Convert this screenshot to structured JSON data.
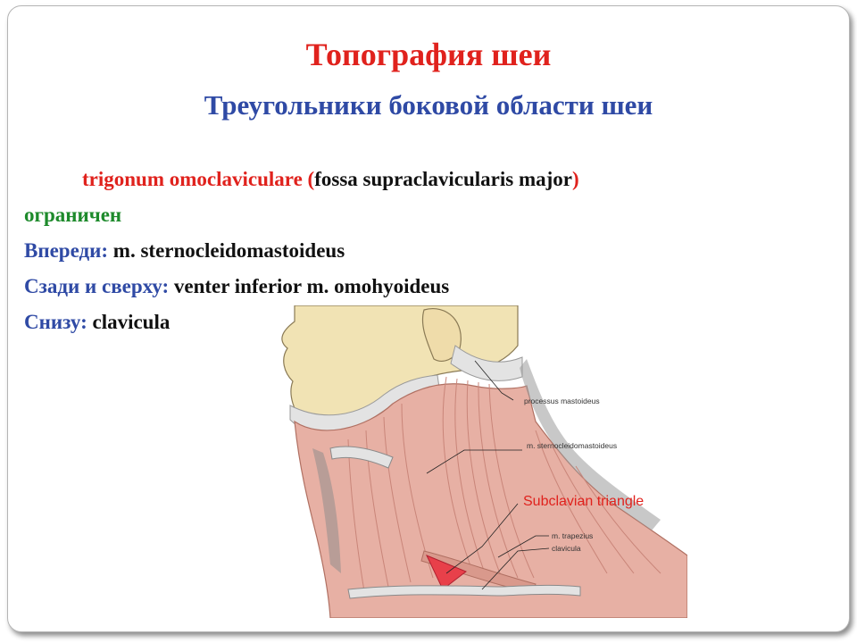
{
  "slide": {
    "title": "Топография шеи",
    "subtitle": "Треугольники боковой области шеи"
  },
  "body": {
    "trigonum_name": "trigonum omoclaviculare",
    "paren_open": " (",
    "fossa_name": "fossa supraclavicularis major",
    "paren_close": ")",
    "bounded": "ограничен",
    "front_label": "Впереди:",
    "front_value": " m. sternocleidomastoideus",
    "back_label": "Сзади и сверху:",
    "back_value": " venter inferior m. omohyoideus",
    "below_label": "Снизу:",
    "below_value": " clavicula"
  },
  "figure": {
    "labels": {
      "mastoid": "processus mastoideus",
      "scm": "m. sternocleidomastoideus",
      "triangle": "Subclavian triangle",
      "trapezius": "m. trapezius",
      "clavicula": "clavicula"
    },
    "colors": {
      "skin": "#f1e3b4",
      "muscle": "#e7b0a4",
      "muscle_line": "#c98579",
      "triangle": "#e8404a",
      "shadow": "#9a9a9a",
      "bone": "#e3e3e3"
    }
  }
}
